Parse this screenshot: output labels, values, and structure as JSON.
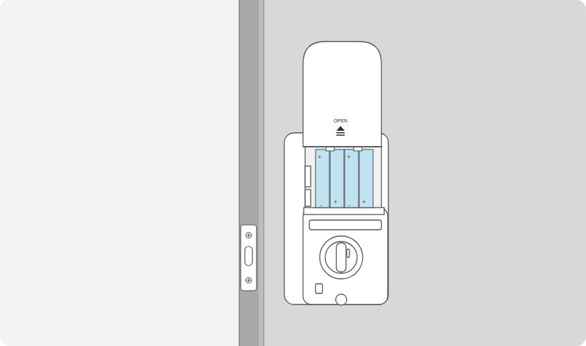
{
  "diagram": {
    "labels": [
      "OPEN",
      "+",
      "+",
      "-",
      "-",
      "+",
      "+"
    ]
  }
}
